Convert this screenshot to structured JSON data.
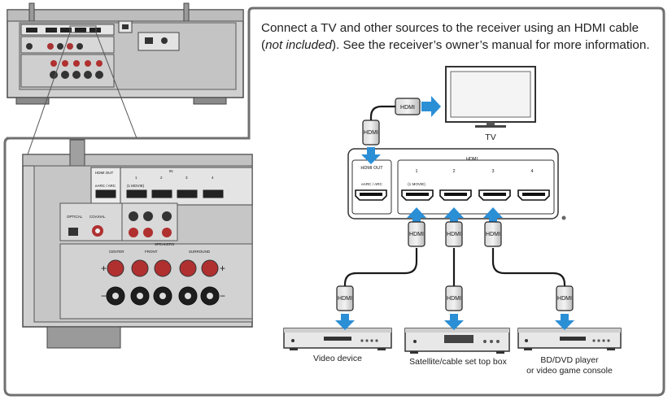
{
  "intro": {
    "part1": "Connect a TV and other sources to the receiver using an HDMI cable (",
    "italic": "not included",
    "part2": "). See the receiver’s owner’s manual for more information."
  },
  "devices": {
    "tv": "TV",
    "video_device": "Video device",
    "satellite_box": "Satellite/cable set top box",
    "bd_player_line1": "BD/DVD player",
    "bd_player_line2": "or video game console"
  },
  "connector_label": "HDMI",
  "hdmi_panel": {
    "title": "HDMI",
    "out_label": "HDMI OUT",
    "arc_label": "eARC / ARC",
    "inputs": [
      "1",
      "2",
      "3",
      "4"
    ],
    "movie_label": "(1 MOVIE)"
  },
  "receiver_zoom": {
    "out_label": "HDMI OUT",
    "arc_label": "eARC / ARC",
    "in_label": "IN",
    "inputs": [
      "1",
      "2",
      "3",
      "4"
    ],
    "movie_label": "(1 MOVIE)",
    "optical_label": "OPTICAL",
    "coaxial_label": "COAXIAL",
    "speakers_label": "SPEAKERS",
    "front_label": "FRONT",
    "center_label": "CENTER",
    "surround_label": "SURROUND"
  },
  "colors": {
    "arrow": "#2b8fd6",
    "frame": "#6e6e6e",
    "receiver_body": "#c9c9c9",
    "receiver_dark": "#3a3a3a"
  }
}
